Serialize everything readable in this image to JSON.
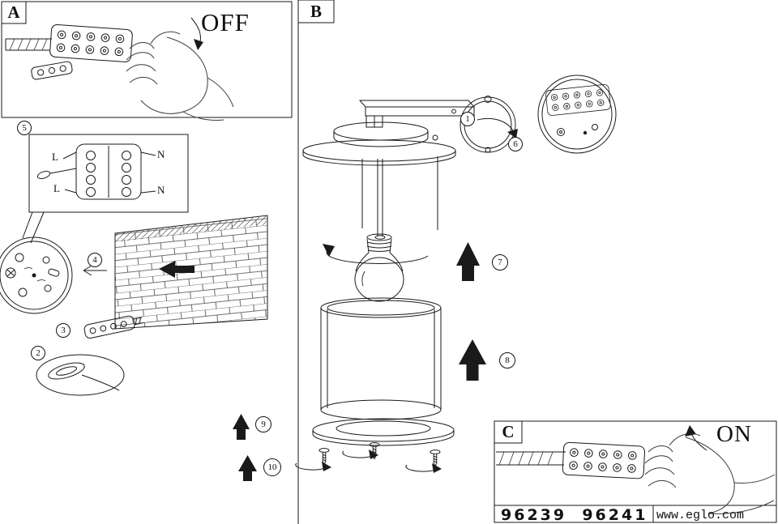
{
  "panels": {
    "a": {
      "label": "A",
      "state": "OFF"
    },
    "b": {
      "label": "B"
    },
    "c": {
      "label": "C",
      "state": "ON"
    }
  },
  "callouts": {
    "c1": "1",
    "c2": "2",
    "c3": "3",
    "c4": "4",
    "c5": "5",
    "c6": "6",
    "c7": "7",
    "c8": "8",
    "c9": "9",
    "c10": "10"
  },
  "wiring": {
    "live_top": "L",
    "neutral_top": "N",
    "live_bottom": "L",
    "neutral_bottom": "N"
  },
  "footer": {
    "models": "96239  96241",
    "website": "www.eglo.com"
  }
}
